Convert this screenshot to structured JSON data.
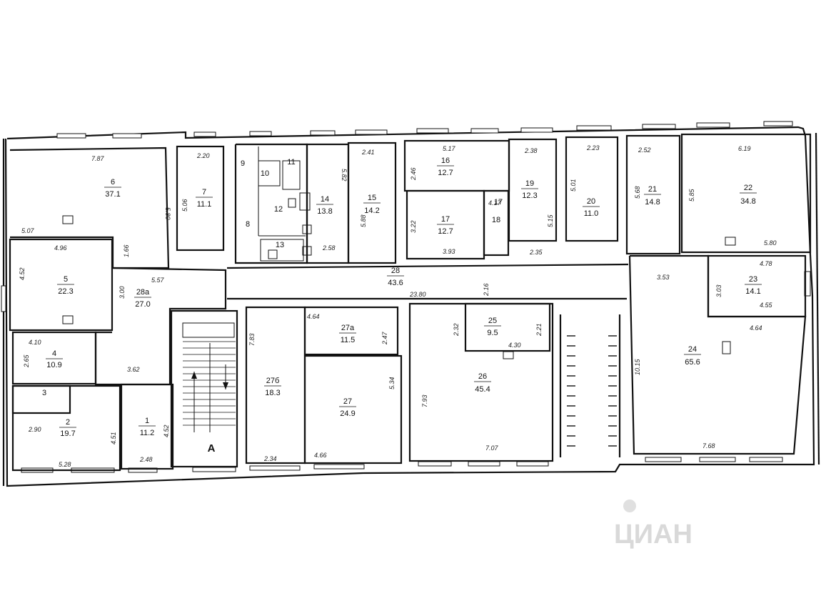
{
  "rooms": [
    {
      "id": "r1",
      "number": "1",
      "area": "11.2"
    },
    {
      "id": "r2",
      "number": "2",
      "area": "19.7"
    },
    {
      "id": "r3",
      "number": "3",
      "area": ""
    },
    {
      "id": "r4",
      "number": "4",
      "area": "10.9"
    },
    {
      "id": "r5",
      "number": "5",
      "area": "22.3"
    },
    {
      "id": "r6",
      "number": "6",
      "area": "37.1"
    },
    {
      "id": "r7",
      "number": "7",
      "area": "11.1"
    },
    {
      "id": "r8",
      "number": "8",
      "area": ""
    },
    {
      "id": "r9",
      "number": "9",
      "area": ""
    },
    {
      "id": "r10",
      "number": "10",
      "area": ""
    },
    {
      "id": "r11",
      "number": "11",
      "area": ""
    },
    {
      "id": "r12",
      "number": "12",
      "area": ""
    },
    {
      "id": "r13",
      "number": "13",
      "area": ""
    },
    {
      "id": "r14",
      "number": "14",
      "area": "13.8"
    },
    {
      "id": "r15",
      "number": "15",
      "area": "14.2"
    },
    {
      "id": "r16",
      "number": "16",
      "area": "12.7"
    },
    {
      "id": "r17",
      "number": "17",
      "area": "12.7"
    },
    {
      "id": "r17b",
      "number": "17",
      "area": ""
    },
    {
      "id": "r18",
      "number": "18",
      "area": ""
    },
    {
      "id": "r19",
      "number": "19",
      "area": "12.3"
    },
    {
      "id": "r20",
      "number": "20",
      "area": "11.0"
    },
    {
      "id": "r21",
      "number": "21",
      "area": "14.8"
    },
    {
      "id": "r22",
      "number": "22",
      "area": "34.8"
    },
    {
      "id": "r23",
      "number": "23",
      "area": "14.1"
    },
    {
      "id": "r24",
      "number": "24",
      "area": "65.6"
    },
    {
      "id": "r25",
      "number": "25",
      "area": "9.5"
    },
    {
      "id": "r26",
      "number": "26",
      "area": "45.4"
    },
    {
      "id": "r27",
      "number": "27",
      "area": "24.9"
    },
    {
      "id": "r27a",
      "number": "27a",
      "area": "11.5"
    },
    {
      "id": "r27b",
      "number": "27б",
      "area": "18.3"
    },
    {
      "id": "r28",
      "number": "28",
      "area": "43.6"
    },
    {
      "id": "r28a",
      "number": "28a",
      "area": "27.0"
    }
  ],
  "dimensions": [
    "7.87",
    "5.80",
    "5.07",
    "2.20",
    "5.06",
    "5.82",
    "2.41",
    "5.88",
    "5.17",
    "2.46",
    "3.22",
    "3.93",
    "4.17",
    "2.38",
    "5.15",
    "2.23",
    "5.01",
    "2.52",
    "5.68",
    "6.19",
    "5.85",
    "5.80",
    "4.96",
    "1.66",
    "4.52",
    "5.57",
    "3.00",
    "2.58",
    "2.35",
    "2.16",
    "23.80",
    "4.78",
    "3.53",
    "3.03",
    "4.55",
    "4.64",
    "10.15",
    "7.68",
    "4.64",
    "2.47",
    "7.83",
    "5.34",
    "2.32",
    "2.21",
    "4.30",
    "7.93",
    "7.07",
    "2.34",
    "4.66",
    "4.10",
    "2.65",
    "3.62",
    "2.90",
    "4.51",
    "5.28",
    "4.52",
    "2.48"
  ],
  "stair_label": "A",
  "watermark": "ЦИАН"
}
